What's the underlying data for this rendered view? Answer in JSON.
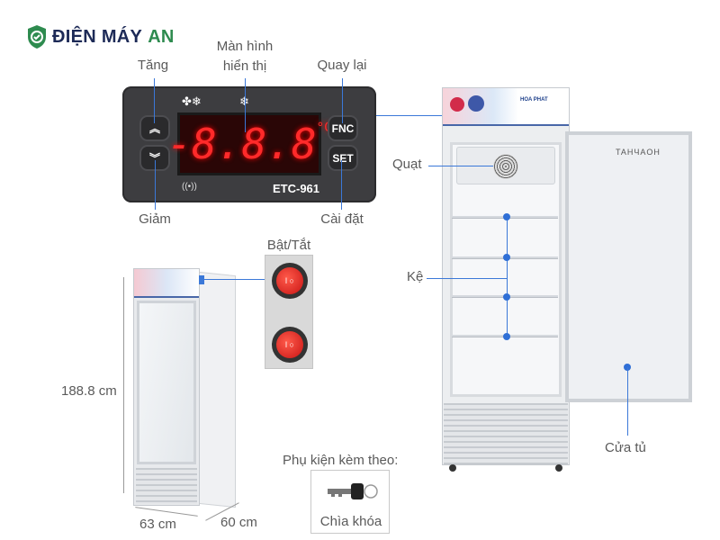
{
  "brand": {
    "name_main": "ĐIỆN MÁY",
    "name_accent": "AN",
    "color_main": "#1d2a57",
    "color_accent": "#2e8b4f"
  },
  "controller": {
    "model": "ETC-961",
    "display_value": "-8.8.8",
    "unit": "°C",
    "buttons": {
      "up": "︽",
      "down": "︾",
      "fnc": "FNC",
      "set": "SET"
    },
    "labels": {
      "up": "Tăng",
      "down": "Giảm",
      "display_line1": "Màn hình",
      "display_line2": "hiển thị",
      "fnc": "Quay lại",
      "set": "Cài đặt"
    }
  },
  "fridge_labels": {
    "fan": "Quạt",
    "shelf": "Kệ",
    "door": "Cửa tủ",
    "brand_sticker": "HOA PHAT",
    "door_logo": "TAHЧAOH"
  },
  "dimensions": {
    "height": "188.8 cm",
    "width": "63 cm",
    "depth": "60 cm"
  },
  "switch": {
    "label": "Bật/Tắt"
  },
  "accessories": {
    "title": "Phụ kiện kèm theo:",
    "item": "Chìa khóa"
  },
  "line_color": "#3b78d8"
}
